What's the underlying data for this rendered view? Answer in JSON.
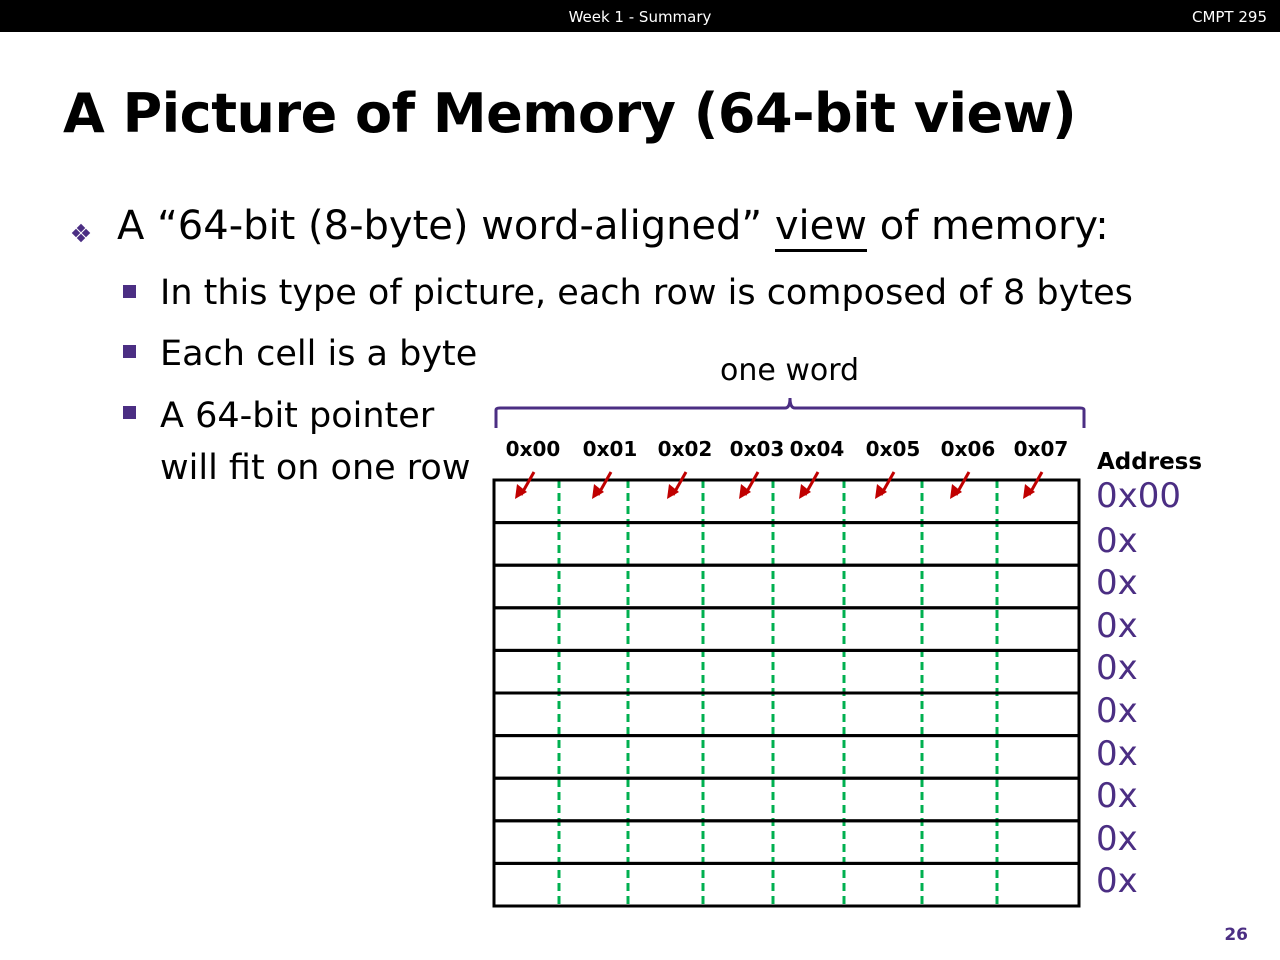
{
  "header": {
    "center": "Week 1 - Summary",
    "right": "CMPT 295"
  },
  "title": "A Picture of Memory (64-bit view)",
  "bullet": {
    "pre": "A “64-bit (8-byte) word-aligned” ",
    "underlined": "view",
    "post": " of memory:"
  },
  "sub_bullets": [
    "In this type of picture, each row is composed of 8 bytes",
    "Each cell is a byte",
    "A 64-bit pointer",
    "will fit on one row"
  ],
  "diagram": {
    "brace_label": "one word",
    "byte_offsets": [
      "0x00",
      "0x01",
      "0x02",
      "0x03",
      "0x04",
      "0x05",
      "0x06",
      "0x07"
    ],
    "address_header": "Address",
    "addresses": [
      "0x00",
      "0x",
      "0x",
      "0x",
      "0x",
      "0x",
      "0x",
      "0x",
      "0x",
      "0x"
    ],
    "colors": {
      "grid": "#000000",
      "divider": "#00b050",
      "arrow": "#c00000",
      "brace": "#4b2e83"
    }
  },
  "page_number": "26"
}
